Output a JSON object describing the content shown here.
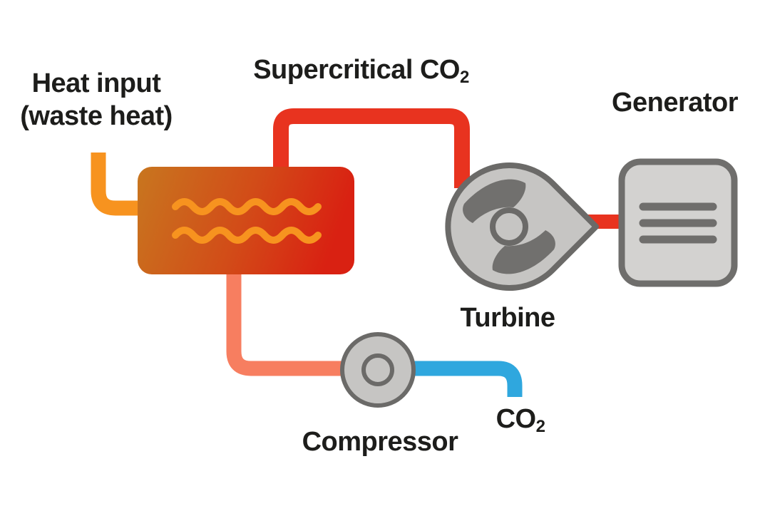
{
  "diagram": {
    "labels": {
      "heat_input_line1": "Heat input",
      "heat_input_line2": "(waste heat)",
      "supercritical_main": "Supercritical CO",
      "supercritical_sub": "2",
      "generator": "Generator",
      "turbine": "Turbine",
      "compressor": "Compressor",
      "co2_main": "CO",
      "co2_sub": "2"
    },
    "icons": {
      "heat_exchanger": "heat-exchanger-icon",
      "heat_waves": "heat-waves-icon",
      "turbine_fan": "turbine-fan-icon",
      "generator": "generator-icon",
      "compressor": "compressor-icon"
    },
    "colors": {
      "background": "#ffffff",
      "text": "#1d1d1b",
      "pipe_supercritical_red": "#e8331f",
      "pipe_heat_input_orange": "#f7931f",
      "pipe_cooled_salmon": "#f77e60",
      "pipe_co2_blue": "#2fa7de",
      "exchanger_gradient_left": "#c8761f",
      "exchanger_gradient_right": "#d92112",
      "heat_wave_orange": "#f7931f",
      "component_fill": "#c6c5c3",
      "component_stroke": "#6b6a68",
      "fan_blade_gray": "#71706e",
      "generator_fill": "#d3d2d0"
    }
  }
}
